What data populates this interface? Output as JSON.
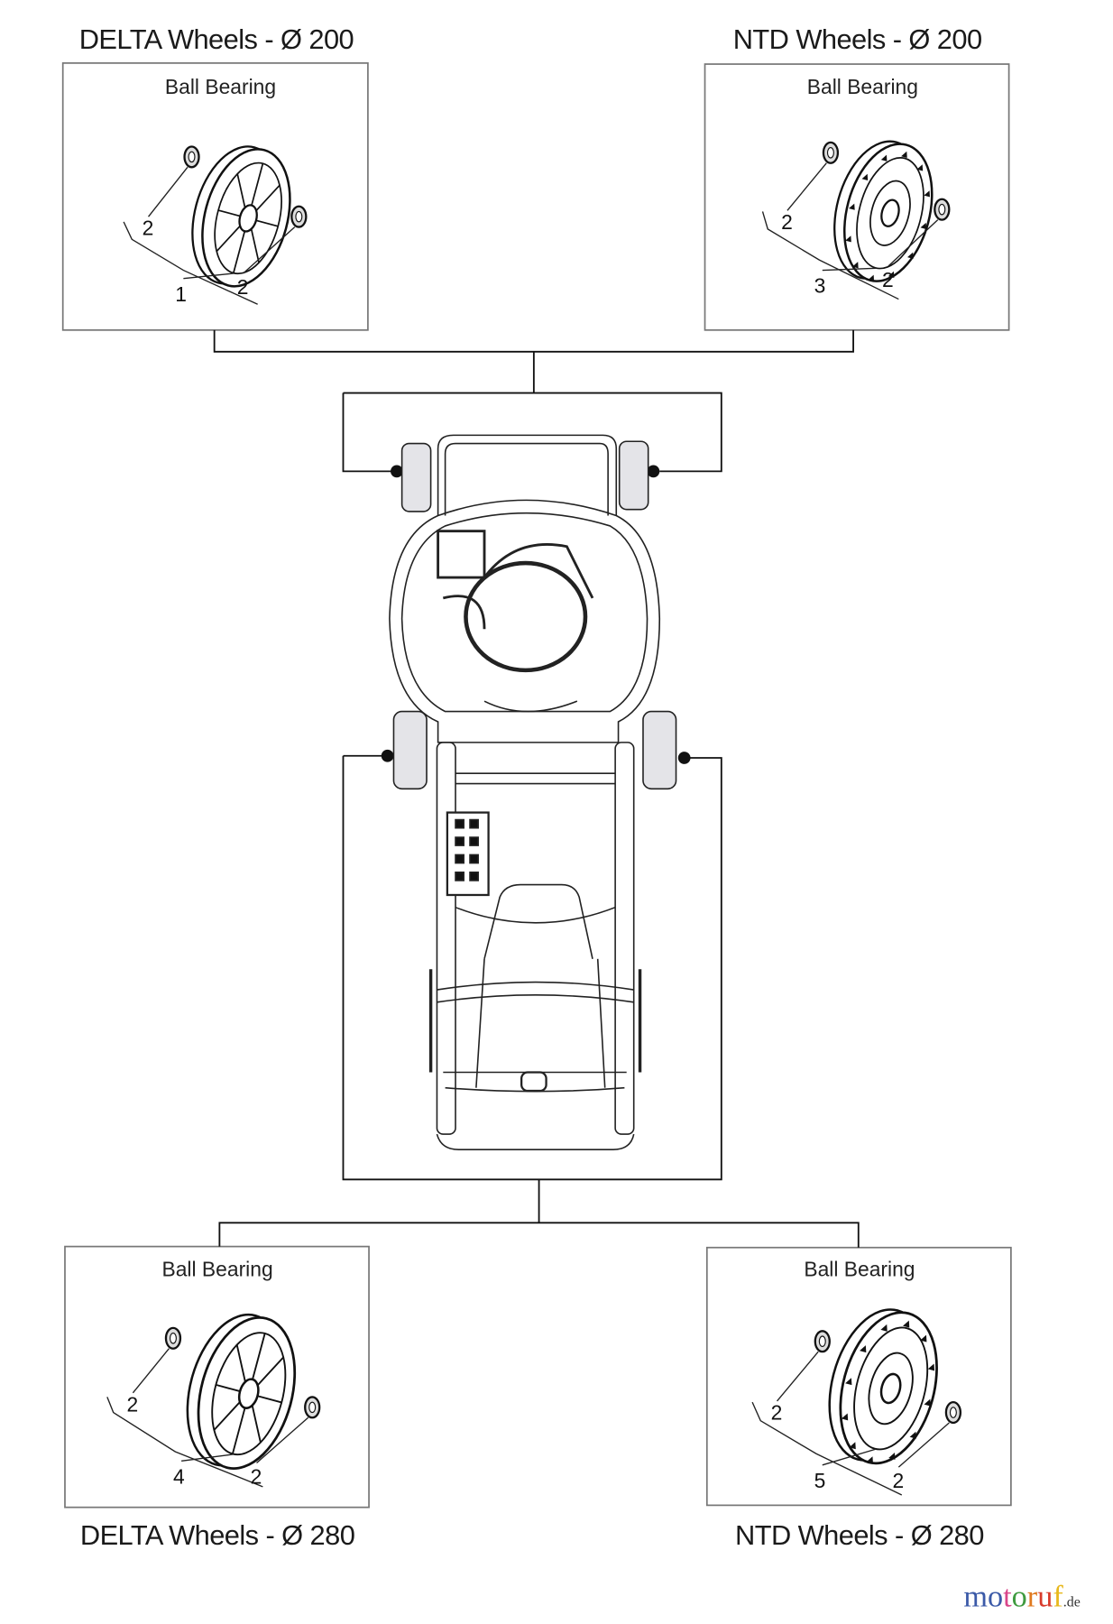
{
  "panels": [
    {
      "id": "delta-200",
      "title": "DELTA Wheels - Ø 200",
      "subtitle": "Ball Bearing",
      "callouts": [
        "2",
        "1",
        "2"
      ],
      "tread": "delta"
    },
    {
      "id": "ntd-200",
      "title": "NTD Wheels - Ø 200",
      "subtitle": "Ball Bearing",
      "callouts": [
        "2",
        "3",
        "2"
      ],
      "tread": "ntd"
    },
    {
      "id": "delta-280",
      "title": "DELTA Wheels - Ø 280",
      "subtitle": "Ball Bearing",
      "callouts": [
        "2",
        "4",
        "2"
      ],
      "tread": "delta"
    },
    {
      "id": "ntd-280",
      "title": "NTD Wheels - Ø 280",
      "subtitle": "Ball Bearing",
      "callouts": [
        "2",
        "5",
        "2"
      ],
      "tread": "ntd"
    }
  ],
  "watermark": {
    "letters": [
      "m",
      "o",
      "t",
      "o",
      "r",
      "u",
      "f"
    ],
    "colors": [
      "#3b5aa8",
      "#3b5aa8",
      "#d9468a",
      "#3f9a3f",
      "#e07a1f",
      "#d83a2a",
      "#e8b81c"
    ],
    "suffix": ".de"
  },
  "colors": {
    "wheel_fill": "#e4e4e8",
    "line": "#111111",
    "box_border": "#777777"
  }
}
